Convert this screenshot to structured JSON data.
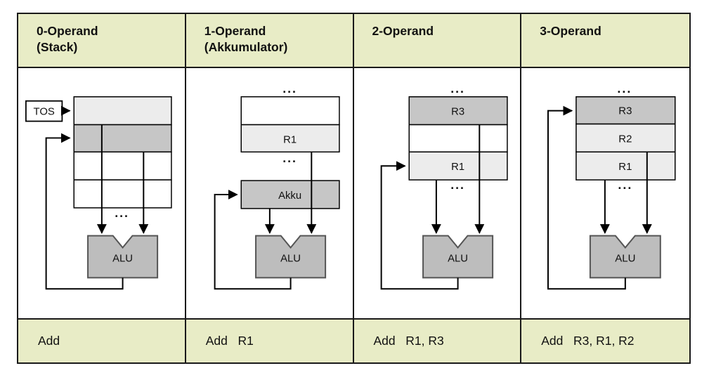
{
  "labels": {
    "tos": "TOS",
    "alu": "ALU",
    "akku": "Akku",
    "r1": "R1",
    "r2": "R2",
    "r3": "R3",
    "dots": "..."
  },
  "columns": [
    {
      "title": "0-Operand\n(Stack)",
      "instruction": "Add"
    },
    {
      "title": "1-Operand\n(Akkumulator)",
      "instruction": "Add   R1"
    },
    {
      "title": "2-Operand",
      "instruction": "Add   R1, R3"
    },
    {
      "title": "3-Operand",
      "instruction": "Add   R3, R1, R2"
    }
  ],
  "colors": {
    "header_bg": "#e8ecc6",
    "cell_light": "#ececec",
    "cell_mid": "#c6c6c6",
    "alu_fill": "#bdbdbd",
    "alu_border": "#555555",
    "line": "#000000",
    "table_border": "#1a1a1a"
  }
}
